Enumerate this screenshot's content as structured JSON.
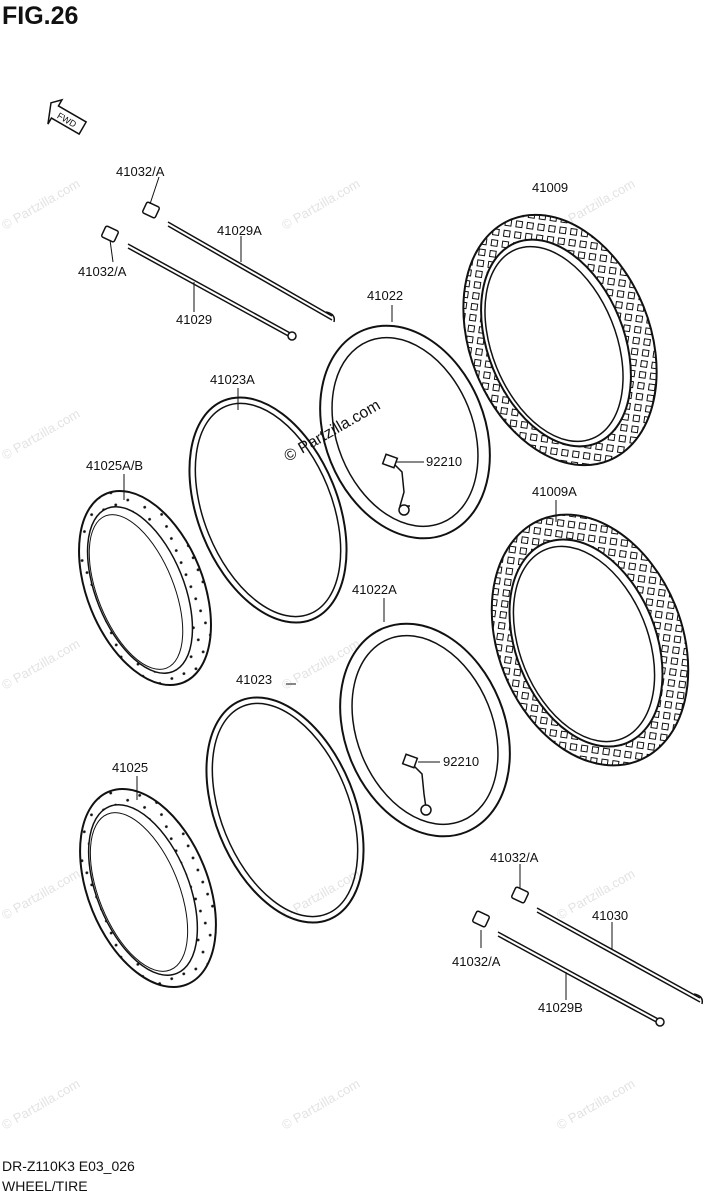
{
  "figure": {
    "title": "FIG.26"
  },
  "fwd_label": "FWD",
  "watermark": "© Partzilla.com",
  "parts": {
    "p41032a_1": "41032/A",
    "p41029a": "41029A",
    "p41032a_2": "41032/A",
    "p41029": "41029",
    "p41009": "41009",
    "p41022": "41022",
    "p41023a": "41023A",
    "p92210_1": "92210",
    "p41025ab": "41025A/B",
    "p41009a": "41009A",
    "p41022a": "41022A",
    "p41023": "41023",
    "p92210_2": "92210",
    "p41025": "41025",
    "p41032a_3": "41032/A",
    "p41030": "41030",
    "p41032a_4": "41032/A",
    "p41029b": "41029B"
  },
  "footer": {
    "model_code": "DR-Z110K3 E03_026",
    "caption": "WHEEL/TIRE"
  },
  "colors": {
    "ink": "#111111",
    "watermark": "#e3e3e3",
    "background": "#ffffff"
  }
}
